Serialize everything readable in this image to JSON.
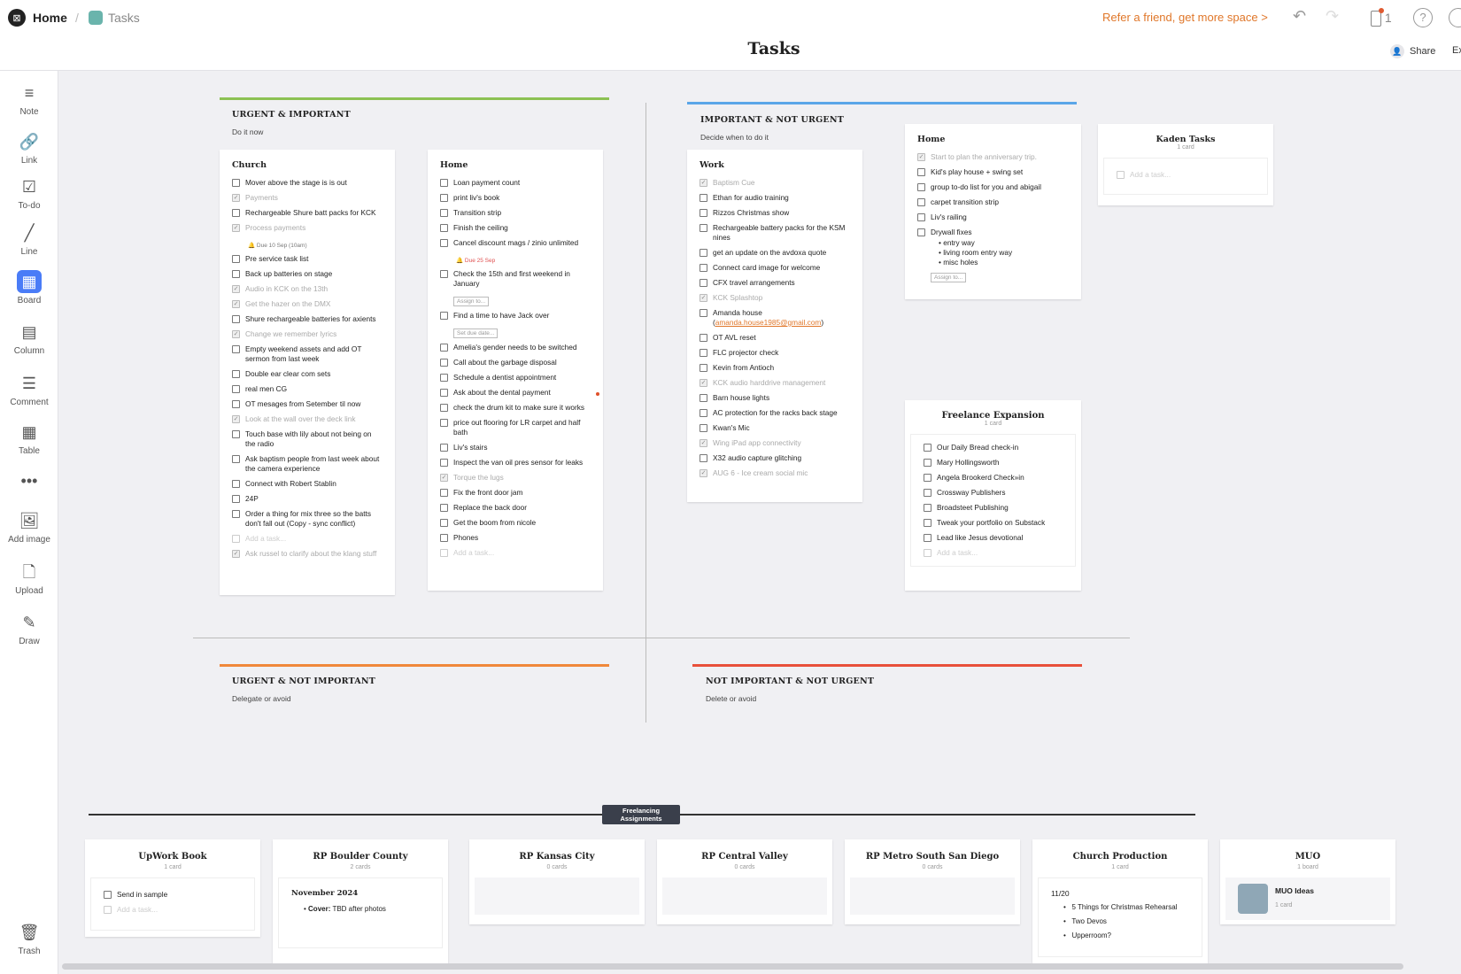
{
  "breadcrumb": {
    "home": "Home",
    "tasks": "Tasks"
  },
  "page_title": "Tasks",
  "refer": "Refer a friend, get more space >",
  "device_count": "1",
  "share": "Share",
  "share_extra": "Ex",
  "colors": {
    "accent": "#e0772a",
    "green": "#8cc153",
    "blue": "#5aa6e8",
    "orange": "#f0883a",
    "red": "#e8503a",
    "board": "#4a7cf7"
  },
  "tools": [
    {
      "label": "Note",
      "icon": "≡"
    },
    {
      "label": "Link",
      "icon": "🔗"
    },
    {
      "label": "To-do",
      "icon": "☑"
    },
    {
      "label": "Line",
      "icon": "╱"
    },
    {
      "label": "Board",
      "icon": "▦"
    },
    {
      "label": "Column",
      "icon": "▤"
    },
    {
      "label": "Comment",
      "icon": "☰"
    },
    {
      "label": "Table",
      "icon": "▦"
    },
    {
      "label": "",
      "icon": "•••"
    },
    {
      "label": "Add image",
      "icon": "🖼"
    },
    {
      "label": "Upload",
      "icon": "🗋"
    },
    {
      "label": "Draw",
      "icon": "✎"
    },
    {
      "label": "Trash",
      "icon": "🗑"
    }
  ],
  "quadrants": {
    "q1": {
      "title": "URGENT & IMPORTANT",
      "sub": "Do it now"
    },
    "q2": {
      "title": "IMPORTANT & NOT URGENT",
      "sub": "Decide when to do it"
    },
    "q3": {
      "title": "URGENT & NOT IMPORTANT",
      "sub": "Delegate or avoid"
    },
    "q4": {
      "title": "NOT IMPORTANT & NOT URGENT",
      "sub": "Delete or avoid"
    }
  },
  "church": {
    "title": "Church",
    "tasks": [
      {
        "t": "Mover above the stage is is out",
        "d": false
      },
      {
        "t": "Payments",
        "d": true
      },
      {
        "t": "Rechargeable Shure batt packs for KCK",
        "d": false
      },
      {
        "t": "Process payments",
        "d": true,
        "meta": "🔔 Due 10 Sep (10am)"
      },
      {
        "t": "Pre service task list",
        "d": false
      },
      {
        "t": "Back up batteries on stage",
        "d": false
      },
      {
        "t": "Audio in KCK on the 13th",
        "d": true
      },
      {
        "t": "Get the hazer on the DMX",
        "d": true
      },
      {
        "t": "Shure rechargeable batteries for axients",
        "d": false
      },
      {
        "t": "Change we remember lyrics",
        "d": true
      },
      {
        "t": "Empty weekend assets and add OT sermon from last week",
        "d": false
      },
      {
        "t": "Double ear clear com sets",
        "d": false
      },
      {
        "t": "real men CG",
        "d": false
      },
      {
        "t": "OT mesages from Setember til now",
        "d": false
      },
      {
        "t": "Look at the wall over the deck link",
        "d": true
      },
      {
        "t": "Touch base with lily about not being on the radio",
        "d": false
      },
      {
        "t": "Ask baptism people from last week about the camera experience",
        "d": false
      },
      {
        "t": "Connect with Robert Stablin",
        "d": false
      },
      {
        "t": "24P",
        "d": false
      },
      {
        "t": "Order a thing for mix three so the batts don't fall out (Copy - sync conflict)",
        "d": false
      },
      {
        "t": "Add a task...",
        "add": true
      },
      {
        "t": "Ask russel to clarify about the klang stuff",
        "d": true
      }
    ]
  },
  "home": {
    "title": "Home",
    "tasks": [
      {
        "t": "Loan payment count",
        "d": false
      },
      {
        "t": "print liv's book",
        "d": false
      },
      {
        "t": "Transition strip",
        "d": false
      },
      {
        "t": "Finish the ceiling",
        "d": false
      },
      {
        "t": "Cancel discount mags / zinio unlimited",
        "d": false,
        "meta": "🔔 Due 25 Sep",
        "metaClass": "red"
      },
      {
        "t": "Check the 15th and first weekend in January",
        "d": false,
        "meta": "Assign to..."
      },
      {
        "t": "Find a time to have Jack over",
        "d": false,
        "meta": "Set due date..."
      },
      {
        "t": "Amelia's gender needs to be switched",
        "d": false
      },
      {
        "t": "Call about the garbage disposal",
        "d": false
      },
      {
        "t": "Schedule a dentist appointment",
        "d": false
      },
      {
        "t": "Ask about the dental payment",
        "d": false
      },
      {
        "t": "check the drum kit to make sure it works",
        "d": false
      },
      {
        "t": "price out flooring for LR carpet and half bath",
        "d": false
      },
      {
        "t": "Liv's stairs",
        "d": false
      },
      {
        "t": "Inspect the van oil pres sensor for leaks",
        "d": false
      },
      {
        "t": "Torque the lugs",
        "d": true
      },
      {
        "t": "Fix the front door jam",
        "d": false
      },
      {
        "t": "Replace the back door",
        "d": false
      },
      {
        "t": "Get the boom from nicole",
        "d": false
      },
      {
        "t": "Phones",
        "d": false
      },
      {
        "t": "Add a task...",
        "add": true
      }
    ]
  },
  "work": {
    "title": "Work",
    "tasks": [
      {
        "t": "Baptism Cue",
        "d": true
      },
      {
        "t": "Ethan for audio training",
        "d": false
      },
      {
        "t": "Rizzos Christmas show",
        "d": false
      },
      {
        "t": "Rechargeable battery packs for the KSM nines",
        "d": false
      },
      {
        "t": "get an update on the avdoxa quote",
        "d": false
      },
      {
        "t": "Connect card image for welcome",
        "d": false
      },
      {
        "t": "CFX travel arrangements",
        "d": false
      },
      {
        "t": "KCK Splashtop",
        "d": true
      },
      {
        "t": "Amanda house",
        "d": false,
        "email": "amanda.house1985@gmail.com"
      },
      {
        "t": "OT AVL reset",
        "d": false
      },
      {
        "t": "FLC projector check",
        "d": false
      },
      {
        "t": "Kevin from Antioch",
        "d": false
      },
      {
        "t": "KCK audio harddrive management",
        "d": true
      },
      {
        "t": "Barn house lights",
        "d": false
      },
      {
        "t": "AC protection for the racks back stage",
        "d": false
      },
      {
        "t": "Kwan's Mic",
        "d": false
      },
      {
        "t": "Wing iPad app connectivity",
        "d": true
      },
      {
        "t": "X32 audio capture glitching",
        "d": false
      },
      {
        "t": "AUG 6 - Ice cream social mic",
        "d": true
      }
    ]
  },
  "home2": {
    "title": "Home",
    "tasks": [
      {
        "t": "Start to plan the anniversary trip.",
        "d": true
      },
      {
        "t": "Kid's play house + swing set",
        "d": false
      },
      {
        "t": "group to-do list for you and abigail",
        "d": false
      },
      {
        "t": "carpet transition strip",
        "d": false
      },
      {
        "t": "Liv's railing",
        "d": false
      },
      {
        "t": "Drywall fixes",
        "d": false,
        "bullets": [
          "entry way",
          "living room entry way",
          "misc holes"
        ],
        "meta": "Assign to..."
      }
    ]
  },
  "kaden": {
    "title": "Kaden Tasks",
    "count": "1 card",
    "add": "Add a task..."
  },
  "freelance": {
    "title": "Freelance Expansion",
    "count": "1 card",
    "tasks": [
      {
        "t": "Our Daily Bread check-in",
        "d": false
      },
      {
        "t": "Mary Hollingsworth",
        "d": false
      },
      {
        "t": "Angela Brookerd Check»in",
        "d": false
      },
      {
        "t": "Crossway Publishers",
        "d": false
      },
      {
        "t": "Broadsteet Publishing",
        "d": false
      },
      {
        "t": "Tweak your portfolio on Substack",
        "d": false
      },
      {
        "t": "Lead like Jesus devotional",
        "d": false
      },
      {
        "t": "Add a task...",
        "add": true
      }
    ]
  },
  "freelancing_label": "Freelancing Assignments",
  "bottom": [
    {
      "title": "UpWork Book",
      "count": "1 card"
    },
    {
      "title": "RP Boulder County",
      "count": "2 cards"
    },
    {
      "title": "RP Kansas City",
      "count": "0 cards"
    },
    {
      "title": "RP Central Valley",
      "count": "0 cards"
    },
    {
      "title": "RP Metro South San Diego",
      "count": "0 cards"
    },
    {
      "title": "Church Production",
      "count": "1 card"
    },
    {
      "title": "MUO",
      "count": "1 board"
    }
  ],
  "upwork_tasks": [
    {
      "t": "Send in sample",
      "d": false
    },
    {
      "t": "Add a task...",
      "add": true
    }
  ],
  "boulder": {
    "heading": "November 2024",
    "bullet_label": "Cover:",
    "bullet_text": "TBD after photos"
  },
  "church_prod": {
    "heading": "11/20",
    "bullets": [
      "5 Things for Christmas Rehearsal",
      "Two Devos",
      "Upperroom?"
    ]
  },
  "muo": {
    "board": "MUO Ideas",
    "count": "1 card"
  }
}
